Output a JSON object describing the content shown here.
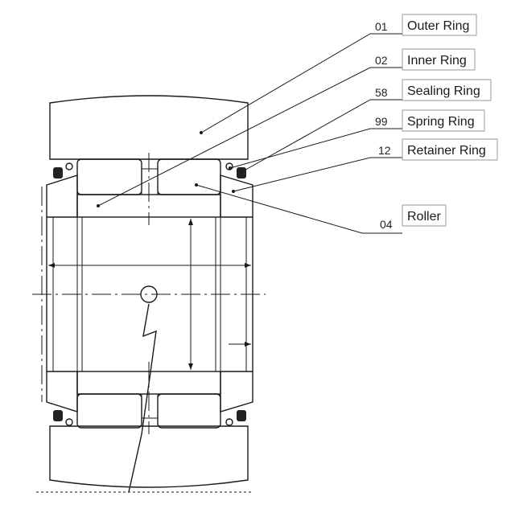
{
  "callouts": [
    {
      "number": "01",
      "label": "Outer Ring"
    },
    {
      "number": "02",
      "label": "Inner Ring"
    },
    {
      "number": "58",
      "label": "Sealing Ring"
    },
    {
      "number": "99",
      "label": "Spring Ring"
    },
    {
      "number": "12",
      "label": "Retainer Ring"
    },
    {
      "number": "04",
      "label": "Roller"
    }
  ]
}
